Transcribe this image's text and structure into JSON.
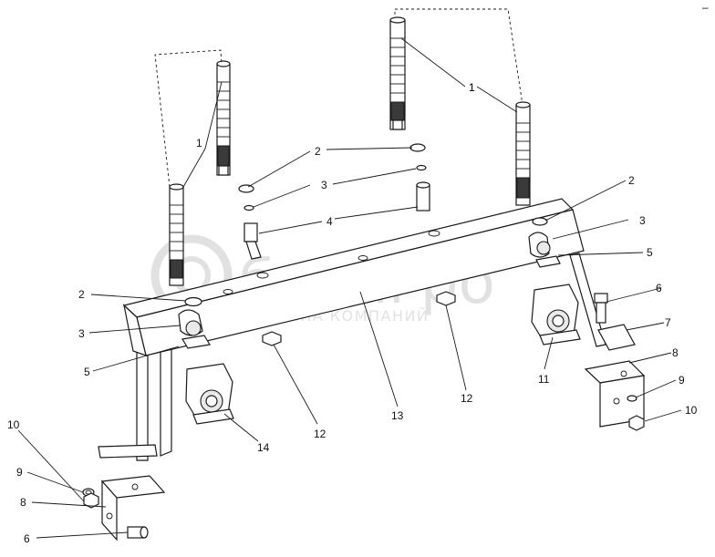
{
  "watermark": {
    "brand": "белагро",
    "tagline": "ГРУППА КОМПАНИЙ",
    "color": "#c9c9c9"
  },
  "callouts": [
    "1",
    "1",
    "1",
    "2",
    "2",
    "2",
    "3",
    "3",
    "3",
    "4",
    "5",
    "5",
    "6",
    "6",
    "7",
    "8",
    "8",
    "9",
    "9",
    "10",
    "10",
    "11",
    "12",
    "12",
    "13",
    "14"
  ],
  "corner_mark": "–"
}
